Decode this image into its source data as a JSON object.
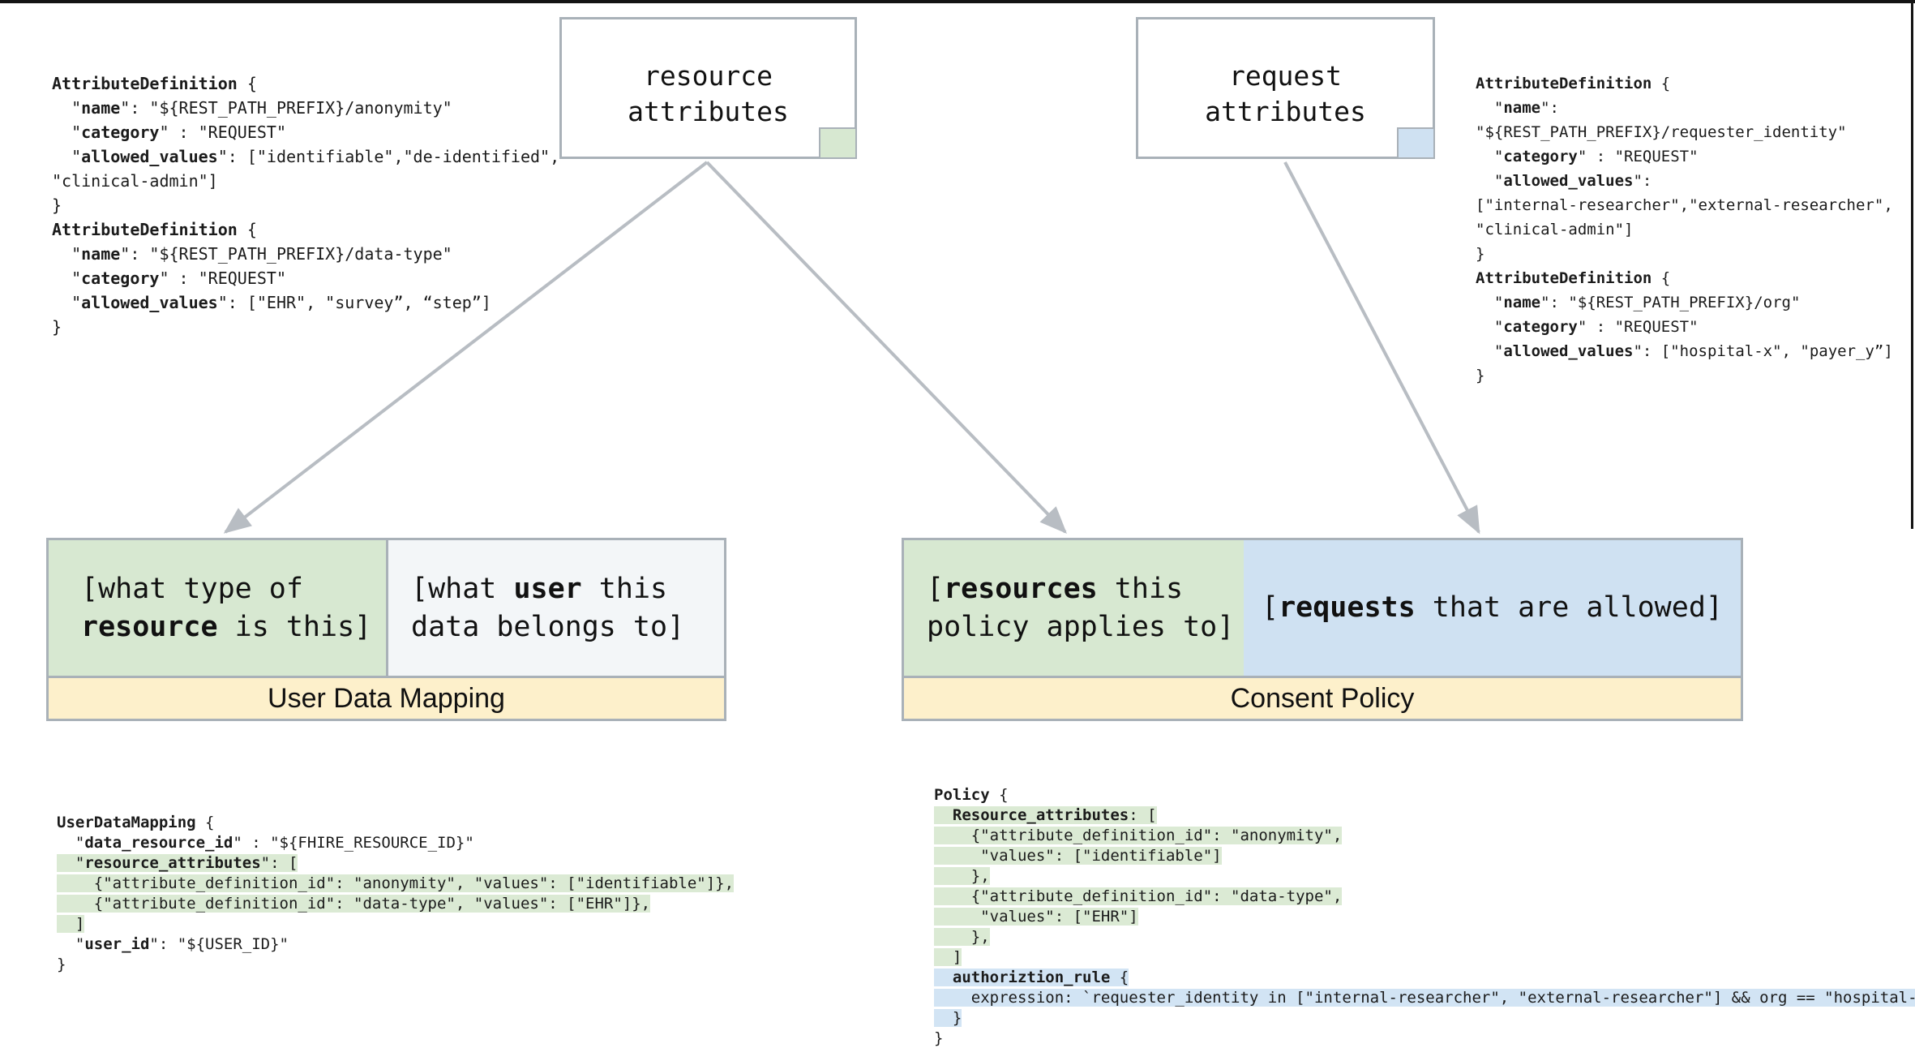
{
  "colors": {
    "green": "#d7e8d1",
    "blue": "#cfe1f2",
    "yellow_bar": "#fdf0cb",
    "border_gray": "#a9b1b8",
    "arrow_gray": "#b8bdc3"
  },
  "resource_box": {
    "lines": [
      {
        "segs": [
          {
            "t": "resource"
          }
        ]
      },
      {
        "segs": [
          {
            "t": "attributes"
          }
        ]
      }
    ]
  },
  "request_box": {
    "lines": [
      {
        "segs": [
          {
            "t": "request"
          }
        ]
      },
      {
        "segs": [
          {
            "t": "attributes"
          }
        ]
      }
    ]
  },
  "top_left_code": {
    "lines": [
      {
        "segs": [
          {
            "b": true,
            "t": "AttributeDefinition"
          },
          {
            "t": " {"
          }
        ]
      },
      {
        "segs": [
          {
            "t": "  \""
          },
          {
            "b": true,
            "t": "name"
          },
          {
            "t": "\": \"${REST_PATH_PREFIX}/anonymity\""
          }
        ]
      },
      {
        "segs": [
          {
            "t": "  \""
          },
          {
            "b": true,
            "t": "category"
          },
          {
            "t": "\" : \"REQUEST\""
          }
        ]
      },
      {
        "segs": [
          {
            "t": "  \""
          },
          {
            "b": true,
            "t": "allowed_values"
          },
          {
            "t": "\": [\"identifiable\",\"de-identified\","
          }
        ]
      },
      {
        "segs": [
          {
            "t": "\"clinical-admin\"]"
          }
        ]
      },
      {
        "segs": [
          {
            "t": "}"
          }
        ]
      },
      {
        "segs": [
          {
            "b": true,
            "t": "AttributeDefinition"
          },
          {
            "t": " {"
          }
        ]
      },
      {
        "segs": [
          {
            "t": "  \""
          },
          {
            "b": true,
            "t": "name"
          },
          {
            "t": "\": \"${REST_PATH_PREFIX}/data-type\""
          }
        ]
      },
      {
        "segs": [
          {
            "t": "  \""
          },
          {
            "b": true,
            "t": "category"
          },
          {
            "t": "\" : \"REQUEST\""
          }
        ]
      },
      {
        "segs": [
          {
            "t": "  \""
          },
          {
            "b": true,
            "t": "allowed_values"
          },
          {
            "t": "\": [\"EHR\", \"survey”, “step”]"
          }
        ]
      },
      {
        "segs": [
          {
            "t": "}"
          }
        ]
      }
    ]
  },
  "top_right_code": {
    "lines": [
      {
        "segs": [
          {
            "b": true,
            "t": "AttributeDefinition"
          },
          {
            "t": " {"
          }
        ]
      },
      {
        "segs": [
          {
            "t": "  \""
          },
          {
            "b": true,
            "t": "name"
          },
          {
            "t": "\":"
          }
        ]
      },
      {
        "segs": [
          {
            "t": "\"${REST_PATH_PREFIX}/requester_identity\""
          }
        ]
      },
      {
        "segs": [
          {
            "t": "  \""
          },
          {
            "b": true,
            "t": "category"
          },
          {
            "t": "\" : \"REQUEST\""
          }
        ]
      },
      {
        "segs": [
          {
            "t": "  \""
          },
          {
            "b": true,
            "t": "allowed_values"
          },
          {
            "t": "\":"
          }
        ]
      },
      {
        "segs": [
          {
            "t": "[\"internal-researcher\",\"external-researcher\","
          }
        ]
      },
      {
        "segs": [
          {
            "t": "\"clinical-admin\"]"
          }
        ]
      },
      {
        "segs": [
          {
            "t": "}"
          }
        ]
      },
      {
        "segs": [
          {
            "b": true,
            "t": "AttributeDefinition"
          },
          {
            "t": " {"
          }
        ]
      },
      {
        "segs": [
          {
            "t": "  \""
          },
          {
            "b": true,
            "t": "name"
          },
          {
            "t": "\": \"${REST_PATH_PREFIX}/org\""
          }
        ]
      },
      {
        "segs": [
          {
            "t": "  \""
          },
          {
            "b": true,
            "t": "category"
          },
          {
            "t": "\" : \"REQUEST\""
          }
        ]
      },
      {
        "segs": [
          {
            "t": "  \""
          },
          {
            "b": true,
            "t": "allowed_values"
          },
          {
            "t": "\": [\"hospital-x\", \"payer_y”]"
          }
        ]
      },
      {
        "segs": [
          {
            "t": "}"
          }
        ]
      }
    ]
  },
  "udm": {
    "label": "User Data Mapping",
    "cell_green": {
      "lines": [
        {
          "segs": [
            {
              "t": "[what type of"
            }
          ]
        },
        {
          "segs": [
            {
              "b": true,
              "t": "resource"
            },
            {
              "t": " is this]"
            }
          ]
        }
      ]
    },
    "cell_light": {
      "lines": [
        {
          "segs": [
            {
              "t": "[what "
            },
            {
              "b": true,
              "t": "user"
            },
            {
              "t": " this"
            }
          ]
        },
        {
          "segs": [
            {
              "t": "data belongs to]"
            }
          ]
        }
      ]
    }
  },
  "cp": {
    "label": "Consent Policy",
    "cell_green": {
      "lines": [
        {
          "segs": [
            {
              "t": "["
            },
            {
              "b": true,
              "t": "resources"
            },
            {
              "t": " this"
            }
          ]
        },
        {
          "segs": [
            {
              "t": "policy applies to]"
            }
          ]
        }
      ]
    },
    "cell_blue": {
      "lines": [
        {
          "segs": [
            {
              "t": "["
            },
            {
              "b": true,
              "t": "requests"
            },
            {
              "t": " that are allowed]"
            }
          ]
        }
      ]
    }
  },
  "udm_code": {
    "lines": [
      {
        "segs": [
          {
            "b": true,
            "t": "UserDataMapping"
          },
          {
            "t": " {"
          }
        ]
      },
      {
        "segs": [
          {
            "t": "  \""
          },
          {
            "b": true,
            "t": "data_resource_id"
          },
          {
            "t": "\" : \"${FHIRE_RESOURCE_ID}\""
          }
        ]
      },
      {
        "hl": "green",
        "segs": [
          {
            "t": "  \""
          },
          {
            "b": true,
            "t": "resource_attributes"
          },
          {
            "t": "\": ["
          }
        ]
      },
      {
        "hl": "green",
        "segs": [
          {
            "t": "    {\"attribute_definition_id\": \"anonymity\", \"values\": [\"identifiable\"]},"
          }
        ]
      },
      {
        "hl": "green",
        "segs": [
          {
            "t": "    {\"attribute_definition_id\": \"data-type\", \"values\": [\"EHR\"]},"
          }
        ]
      },
      {
        "hl": "green",
        "segs": [
          {
            "t": "  ]"
          }
        ]
      },
      {
        "segs": [
          {
            "t": "  \""
          },
          {
            "b": true,
            "t": "user_id"
          },
          {
            "t": "\": \"${USER_ID}\""
          }
        ]
      },
      {
        "segs": [
          {
            "t": "}"
          }
        ]
      }
    ]
  },
  "policy_code": {
    "lines": [
      {
        "segs": [
          {
            "b": true,
            "t": "Policy"
          },
          {
            "t": " {"
          }
        ]
      },
      {
        "hl": "green",
        "segs": [
          {
            "t": "  "
          },
          {
            "b": true,
            "t": "Resource_attributes"
          },
          {
            "t": ": ["
          }
        ]
      },
      {
        "hl": "green",
        "segs": [
          {
            "t": "    {\"attribute_definition_id\": \"anonymity\","
          }
        ]
      },
      {
        "hl": "green",
        "segs": [
          {
            "t": "     \"values\": [\"identifiable\"]"
          }
        ]
      },
      {
        "hl": "green",
        "segs": [
          {
            "t": "    },"
          }
        ]
      },
      {
        "hl": "green",
        "segs": [
          {
            "t": "    {\"attribute_definition_id\": \"data-type\","
          }
        ]
      },
      {
        "hl": "green",
        "segs": [
          {
            "t": "     \"values\": [\"EHR\"]"
          }
        ]
      },
      {
        "hl": "green",
        "segs": [
          {
            "t": "    },"
          }
        ]
      },
      {
        "hl": "green",
        "segs": [
          {
            "t": "  ]"
          }
        ]
      },
      {
        "hl": "blue",
        "segs": [
          {
            "t": "  "
          },
          {
            "b": true,
            "t": "authoriztion_rule"
          },
          {
            "t": " {"
          }
        ]
      },
      {
        "hl": "blue",
        "segs": [
          {
            "t": "    expression: `requester_identity in [\"internal-researcher\", \"external-researcher\"] && org == \"hospital-x\"`"
          }
        ]
      },
      {
        "hl": "blue",
        "segs": [
          {
            "t": "  }"
          }
        ]
      },
      {
        "segs": [
          {
            "t": "}"
          }
        ]
      }
    ]
  }
}
